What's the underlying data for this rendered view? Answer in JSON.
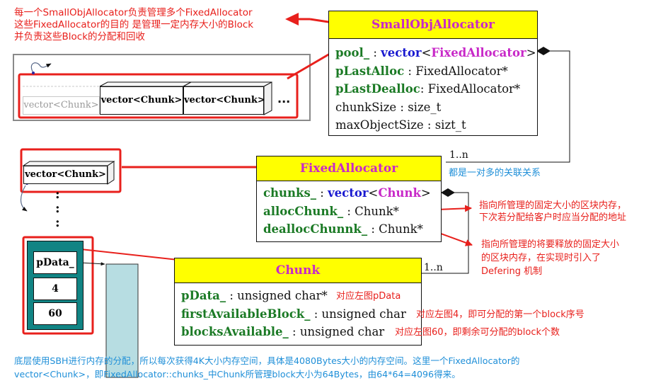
{
  "notes": {
    "top_left": [
      "每一个SmallObjAllocator负责管理多个FixedAllocator",
      "这些FixedAllocator的目的    是管理一定内存大小的Block",
      "并负责这些Block的分配和回收"
    ],
    "one_to_many": "都是一对多的关联关系",
    "alloc_chunk": [
      "指向所管理的固定大小的区块内存，",
      "下次若分配给客户时应当分配的地址"
    ],
    "dealloc_chunk": [
      "指向所管理的将要释放的固定大小",
      "的区块内存，在实现时引入了",
      "Defering 机制"
    ],
    "bottom": [
      "底层使用SBH进行内存的分配，所以每次获得4K大小内存空间，具体是4080Bytes大小的内存空间。这里一个FixedAllocator的",
      "vector<Chunk>，即FixedAllocator::chunks_中Chunk所管理block大小为64Bytes，由64*64=4096得来。"
    ]
  },
  "small_obj_allocator": {
    "title": "SmallObjAllocator",
    "pool": {
      "name": "pool_",
      "sep": " : ",
      "type": "vector",
      "lt": "<",
      "param": "FixedAllocator",
      "gt": ">"
    },
    "attrs": [
      {
        "name": "pLastAlloc",
        "rest": " : FixedAllocator*"
      },
      {
        "name": "pLastDealloc",
        "rest": ": FixedAllocator*"
      },
      {
        "name": "",
        "rest": "chunkSize : size_t"
      },
      {
        "name": "",
        "rest": "maxObjectSize : sizt_t"
      }
    ]
  },
  "fixed_allocator": {
    "title": "FixedAllocator",
    "chunks": {
      "name": "chunks_",
      "sep": " : ",
      "type": "vector",
      "lt": "<",
      "param": "Chunk",
      "gt": ">"
    },
    "attrs": [
      {
        "name": "allocChunk_",
        "rest": " : Chunk*"
      },
      {
        "name": "deallocChunnk_",
        "rest": " : Chunk*"
      }
    ]
  },
  "chunk": {
    "title": "Chunk",
    "attrs": [
      {
        "name": "pData_",
        "rest": " : unsigned char*",
        "note": "对应左图pData"
      },
      {
        "name": "firstAvailableBlock_",
        "rest": " : unsigned char",
        "note": "对应左图4，即可分配的第一个block序号"
      },
      {
        "name": "blocksAvailable_",
        "rest": " : unsigned char",
        "note": "对应左图60，即剩余可分配的block个数"
      }
    ]
  },
  "multiplicity": {
    "upper": "1..n",
    "lower": "1..n"
  },
  "vectors": {
    "row": [
      "vector<Chunk>",
      "vector<Chunk>",
      "vector<Chunk>"
    ],
    "ellipsis": "...",
    "single": "vector<Chunk>",
    "vdots": ":"
  },
  "chunk_block": {
    "pdata": "pData_",
    "first": "4",
    "avail": "60"
  }
}
